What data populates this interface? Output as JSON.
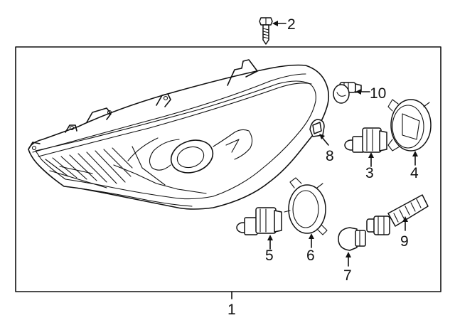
{
  "callouts": {
    "c1": "1",
    "c2": "2",
    "c3": "3",
    "c4": "4",
    "c5": "5",
    "c6": "6",
    "c7": "7",
    "c8": "8",
    "c9": "9",
    "c10": "10"
  },
  "parts": [
    {
      "callout": "1",
      "icon": "headlamp-assembly-icon"
    },
    {
      "callout": "2",
      "icon": "bolt-icon"
    },
    {
      "callout": "3",
      "icon": "bulb-socket-icon"
    },
    {
      "callout": "4",
      "icon": "dust-cap-icon"
    },
    {
      "callout": "5",
      "icon": "bulb-socket-icon"
    },
    {
      "callout": "6",
      "icon": "retainer-ring-icon"
    },
    {
      "callout": "7",
      "icon": "bulb-icon"
    },
    {
      "callout": "8",
      "icon": "wedge-bulb-icon"
    },
    {
      "callout": "9",
      "icon": "wiring-socket-icon"
    },
    {
      "callout": "10",
      "icon": "bulb-icon"
    }
  ],
  "colors": {
    "line": "#111111",
    "background": "#ffffff"
  }
}
